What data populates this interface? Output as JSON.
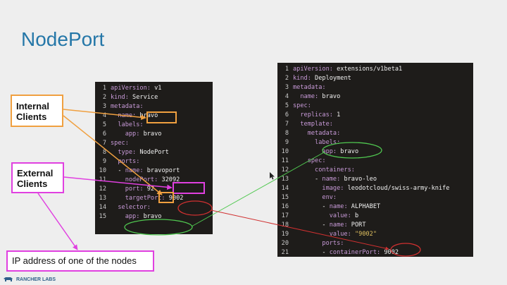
{
  "slide": {
    "title": "NodePort"
  },
  "service_yaml": [
    {
      "n": "1",
      "t": [
        {
          "c": "k",
          "s": "apiVersion:"
        },
        {
          "c": "v",
          "s": " v1"
        }
      ]
    },
    {
      "n": "2",
      "t": [
        {
          "c": "k",
          "s": "kind:"
        },
        {
          "c": "v",
          "s": " Service"
        }
      ]
    },
    {
      "n": "3",
      "t": [
        {
          "c": "k",
          "s": "metadata:"
        }
      ]
    },
    {
      "n": "4",
      "t": [
        {
          "c": "k",
          "s": "  name:"
        },
        {
          "c": "v",
          "s": " bravo"
        }
      ]
    },
    {
      "n": "5",
      "t": [
        {
          "c": "k",
          "s": "  labels:"
        }
      ]
    },
    {
      "n": "6",
      "t": [
        {
          "c": "k",
          "s": "    app:"
        },
        {
          "c": "v",
          "s": " bravo"
        }
      ]
    },
    {
      "n": "7",
      "t": [
        {
          "c": "k",
          "s": "spec:"
        }
      ]
    },
    {
      "n": "8",
      "t": [
        {
          "c": "k",
          "s": "  type:"
        },
        {
          "c": "v",
          "s": " NodePort"
        }
      ]
    },
    {
      "n": "9",
      "t": [
        {
          "c": "k",
          "s": "  ports:"
        }
      ]
    },
    {
      "n": "10",
      "t": [
        {
          "c": "v",
          "s": "  - "
        },
        {
          "c": "k",
          "s": "name:"
        },
        {
          "c": "v",
          "s": " bravoport"
        }
      ]
    },
    {
      "n": "11",
      "t": [
        {
          "c": "k",
          "s": "    nodePort:"
        },
        {
          "c": "v",
          "s": " 32092"
        }
      ]
    },
    {
      "n": "12",
      "t": [
        {
          "c": "k",
          "s": "    port:"
        },
        {
          "c": "v",
          "s": " 92"
        }
      ]
    },
    {
      "n": "13",
      "t": [
        {
          "c": "k",
          "s": "    targetPort:"
        },
        {
          "c": "v",
          "s": " 9002"
        }
      ]
    },
    {
      "n": "14",
      "t": [
        {
          "c": "k",
          "s": "  selector:"
        }
      ]
    },
    {
      "n": "15",
      "t": [
        {
          "c": "k",
          "s": "    app:"
        },
        {
          "c": "v",
          "s": " bravo"
        }
      ]
    }
  ],
  "deployment_yaml": [
    {
      "n": "1",
      "t": [
        {
          "c": "k",
          "s": "apiVersion:"
        },
        {
          "c": "v",
          "s": " extensions/v1beta1"
        }
      ]
    },
    {
      "n": "2",
      "t": [
        {
          "c": "k",
          "s": "kind:"
        },
        {
          "c": "v",
          "s": " Deployment"
        }
      ]
    },
    {
      "n": "3",
      "t": [
        {
          "c": "k",
          "s": "metadata:"
        }
      ]
    },
    {
      "n": "4",
      "t": [
        {
          "c": "k",
          "s": "  name:"
        },
        {
          "c": "v",
          "s": " bravo"
        }
      ]
    },
    {
      "n": "5",
      "t": [
        {
          "c": "k",
          "s": "spec:"
        }
      ]
    },
    {
      "n": "6",
      "t": [
        {
          "c": "k",
          "s": "  replicas:"
        },
        {
          "c": "v",
          "s": " 1"
        }
      ]
    },
    {
      "n": "7",
      "t": [
        {
          "c": "k",
          "s": "  template:"
        }
      ]
    },
    {
      "n": "8",
      "t": [
        {
          "c": "k",
          "s": "    metadata:"
        }
      ]
    },
    {
      "n": "9",
      "t": [
        {
          "c": "k",
          "s": "      labels:"
        }
      ]
    },
    {
      "n": "10",
      "t": [
        {
          "c": "k",
          "s": "        app:"
        },
        {
          "c": "v",
          "s": " bravo"
        }
      ]
    },
    {
      "n": "11",
      "t": [
        {
          "c": "k",
          "s": "    spec:"
        }
      ]
    },
    {
      "n": "12",
      "t": [
        {
          "c": "k",
          "s": "      containers:"
        }
      ]
    },
    {
      "n": "13",
      "t": [
        {
          "c": "v",
          "s": "      - "
        },
        {
          "c": "k",
          "s": "name:"
        },
        {
          "c": "v",
          "s": " bravo-leo"
        }
      ]
    },
    {
      "n": "14",
      "t": [
        {
          "c": "k",
          "s": "        image:"
        },
        {
          "c": "v",
          "s": " leodotcloud/swiss-army-knife"
        }
      ]
    },
    {
      "n": "15",
      "t": [
        {
          "c": "k",
          "s": "        env:"
        }
      ]
    },
    {
      "n": "16",
      "t": [
        {
          "c": "v",
          "s": "        - "
        },
        {
          "c": "k",
          "s": "name:"
        },
        {
          "c": "v",
          "s": " ALPHABET"
        }
      ]
    },
    {
      "n": "17",
      "t": [
        {
          "c": "k",
          "s": "          value:"
        },
        {
          "c": "v",
          "s": " b"
        }
      ]
    },
    {
      "n": "18",
      "t": [
        {
          "c": "v",
          "s": "        - "
        },
        {
          "c": "k",
          "s": "name:"
        },
        {
          "c": "v",
          "s": " PORT"
        }
      ]
    },
    {
      "n": "19",
      "t": [
        {
          "c": "k",
          "s": "          value:"
        },
        {
          "c": "s",
          "s": " \"9002\""
        }
      ]
    },
    {
      "n": "20",
      "t": [
        {
          "c": "k",
          "s": "        ports:"
        }
      ]
    },
    {
      "n": "21",
      "t": [
        {
          "c": "v",
          "s": "        - "
        },
        {
          "c": "k",
          "s": "containerPort:"
        },
        {
          "c": "v",
          "s": " 9002"
        }
      ]
    }
  ],
  "callouts": {
    "internal": "Internal Clients",
    "external": "External Clients",
    "ip": "IP address of one of the nodes"
  },
  "footer": {
    "logo_text": "RANCHER LABS"
  },
  "colors": {
    "title": "#2577a8",
    "internal": "#f0a040",
    "external": "#e040e0",
    "selector": "#50c850",
    "target": "#d03030"
  }
}
